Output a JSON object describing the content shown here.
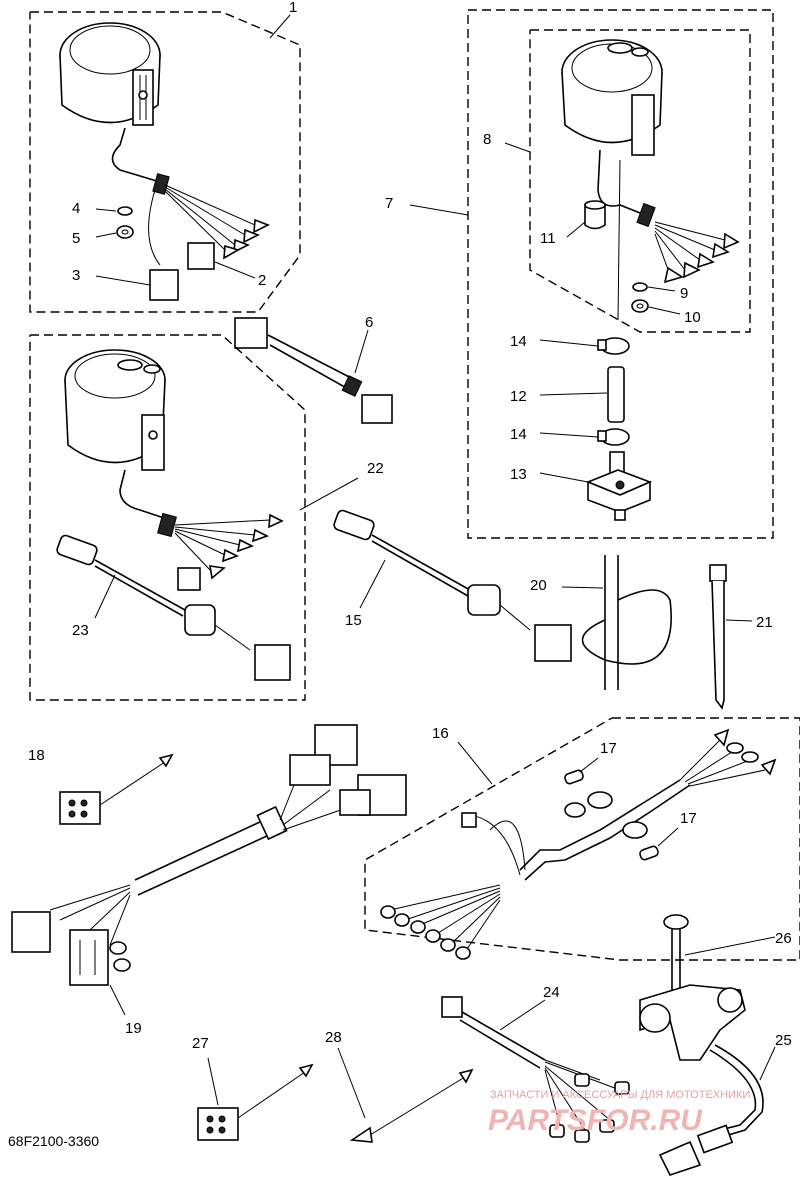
{
  "diagram": {
    "code": "68F2100-3360",
    "callouts": [
      "1",
      "2",
      "3",
      "4",
      "5",
      "6",
      "7",
      "8",
      "9",
      "10",
      "11",
      "12",
      "13",
      "14",
      "14",
      "15",
      "16",
      "17",
      "17",
      "18",
      "19",
      "20",
      "21",
      "22",
      "23",
      "24",
      "25",
      "26",
      "27",
      "28"
    ]
  },
  "watermark": {
    "line1": "ЗАПЧАСТИ И АКСЕССУАРЫ ДЛЯ МОТОТЕХНИКИ",
    "line2": "PARTSFOR.RU"
  }
}
